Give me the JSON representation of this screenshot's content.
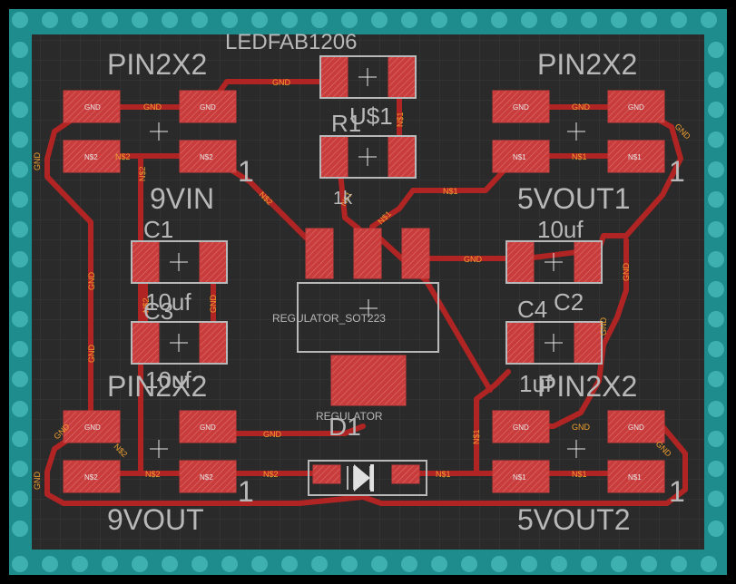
{
  "colors": {
    "background": "#2a2a2a",
    "grid": "#3a3a3a",
    "border": "#1e8c8c",
    "border_dots": "#3fb0b0",
    "trace": "#b02424",
    "pad": "#c83c3c",
    "silkscreen": "#b8b8b8",
    "net_label": "#f0a030"
  },
  "labels": {
    "ledfab": "LEDFAB1206",
    "us1": "U$1",
    "r1": "R1",
    "r1_value": "1k",
    "pin_tl": "PIN2X2",
    "pin_tr": "PIN2X2",
    "pin_bl": "PIN2X2",
    "pin_br": "PIN2X2",
    "vin9": "9VIN",
    "vout5_1": "5VOUT1",
    "vout9": "9VOUT",
    "vout5_2": "5VOUT2",
    "c1": "C1",
    "c1_value": "10uf",
    "c3": "C3",
    "c3_value": "10uf",
    "c2": "C2",
    "c2_value": "10uf",
    "c4": "C4",
    "c4_value": "1uf",
    "one_tl": "1",
    "one_tr": "1",
    "one_bl": "1",
    "one_br": "1",
    "regulator_pkg": "REGULATOR_SOT223",
    "regulator": "REGULATOR",
    "d1": "D1"
  },
  "nets": {
    "gnd": "GND",
    "n1": "N$1",
    "n2": "N$2"
  }
}
